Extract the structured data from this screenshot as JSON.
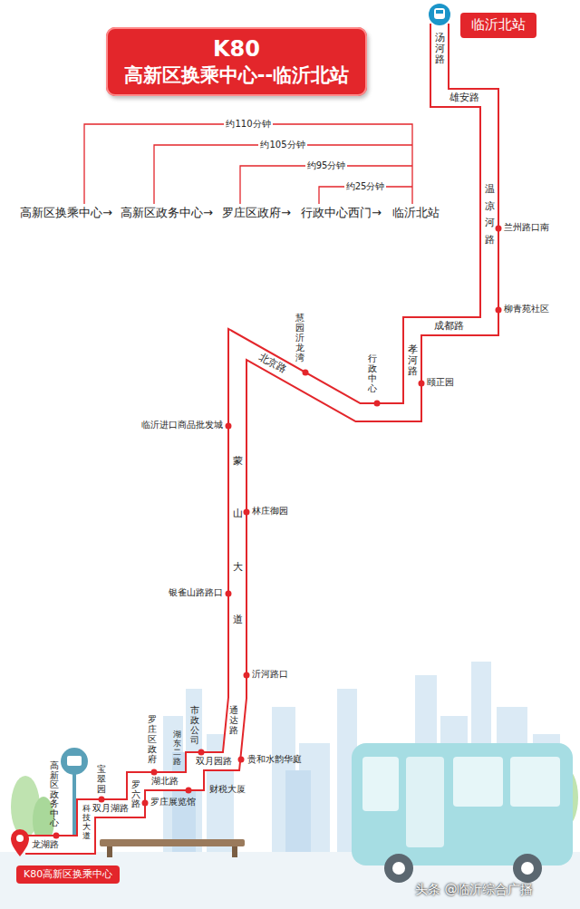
{
  "diagram": {
    "nodes": [
      {
        "text": [
          "K80",
          "高新区换乘中心--临沂北站"
        ]
      },
      {
        "text": [
          "临沂北站"
        ]
      },
      {
        "text": [
          "K80高新区换乘中心"
        ]
      }
    ],
    "labels": [
      "约110分钟",
      "约105分钟",
      "约95分钟",
      "约25分钟",
      "高新区换乘中心→",
      "高新区政务中心→",
      "罗庄区政府→",
      "行政中心西门→",
      "临沂北站",
      "汤河路",
      "雄安路",
      "温凉河路",
      "兰州路口南",
      "柳青苑社区",
      "成都路",
      "孝河路",
      "颐正园",
      "行政中心",
      "慧园沂龙湾",
      "北京路",
      "临沂进口商品批发城",
      "蒙山大道",
      "林庄御园",
      "银雀山路路口",
      "沂河路口",
      "通达路",
      "贵和水韵华庭",
      "市政公司",
      "双月园路",
      "湖东二路",
      "罗庄区政府",
      "财税大厦",
      "湖北路",
      "罗六路",
      "罗庄展览馆",
      "宝翠园",
      "双月湖路",
      "科技大道",
      "高新区政务中心",
      "龙湖路",
      "头条 @临沂综合广播"
    ]
  }
}
